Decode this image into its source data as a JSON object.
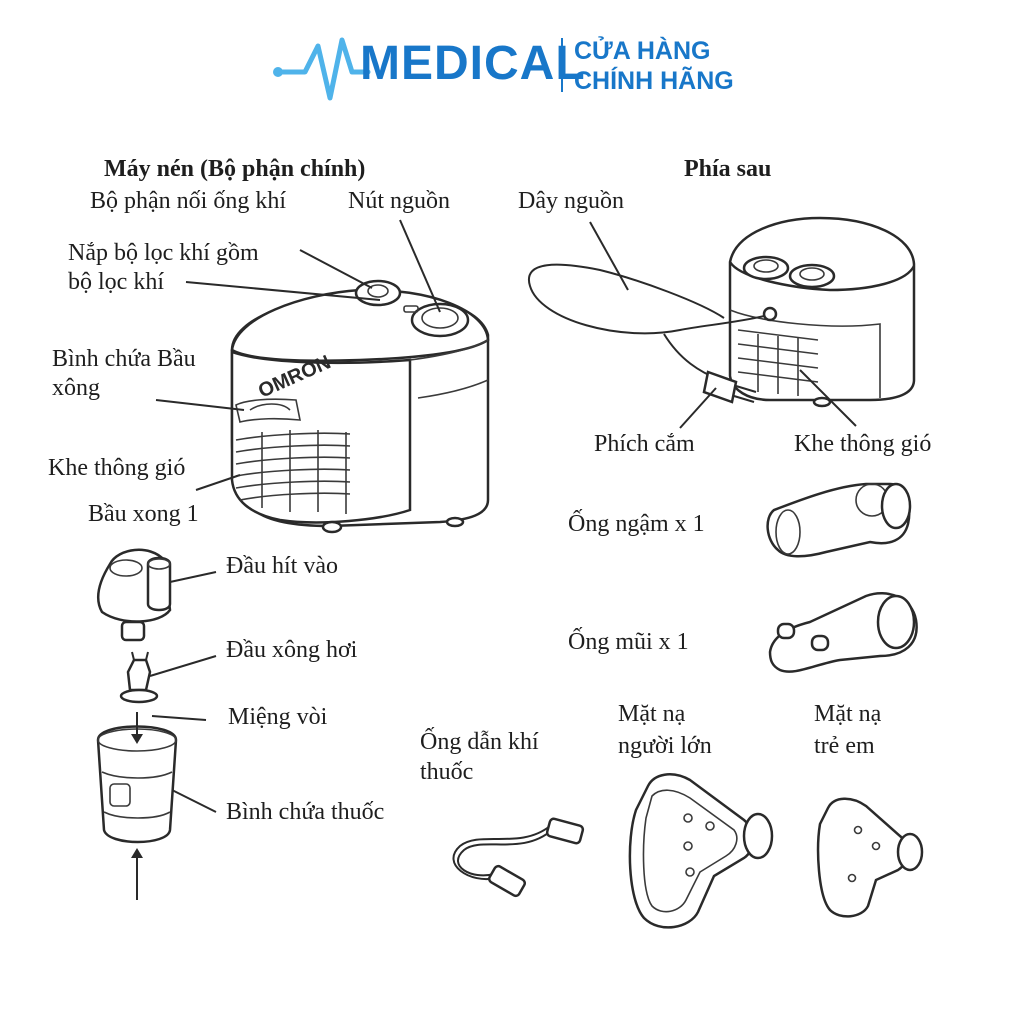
{
  "brand": {
    "logo_text": "MEDICAL",
    "shop_line1": "CỬA HÀNG",
    "shop_line2": "CHÍNH HÃNG",
    "color_primary": "#1877c9",
    "color_light": "#4fb3ea"
  },
  "labels": {
    "main_title": "Máy nén (Bộ phận chính)",
    "back_title": "Phía sau",
    "air_connector": "Bộ phận nối ống khí",
    "power_button": "Nút nguồn",
    "filter_cover_l1": "Nắp bộ lọc khí gồm",
    "filter_cover_l2": "bộ lọc khí",
    "holder_l1": "Bình chứa Bầu",
    "holder_l2": "xông",
    "vent_front": "Khe thông gió",
    "nebulizer": "Bầu xong 1",
    "power_cord": "Dây nguồn",
    "plug": "Phích cắm",
    "vent_back": "Khe thông gió",
    "mouthpiece": "Ống ngậm x 1",
    "nosepiece": "Ống mũi x 1",
    "inhalation_top": "Đầu hít vào",
    "vapor_head": "Đầu xông hơi",
    "nozzle": "Miệng vòi",
    "med_cup": "Bình chứa thuốc",
    "tube_l1": "Ống dẫn khí",
    "tube_l2": "thuốc",
    "adult_mask_l1": "Mặt nạ",
    "adult_mask_l2": "người lớn",
    "child_mask_l1": "Mặt nạ",
    "child_mask_l2": "trẻ em",
    "device_brand": "OMRON"
  }
}
